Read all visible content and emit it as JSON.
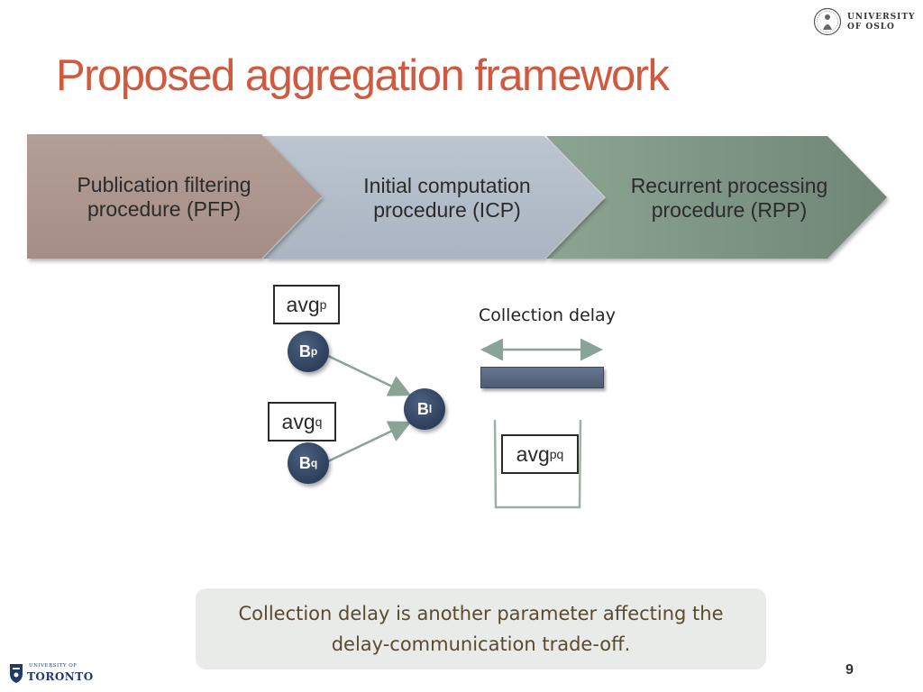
{
  "header": {
    "logo_top": "UNIVERSITY",
    "logo_bottom": "OF OSLO"
  },
  "slide": {
    "title": "Proposed aggregation framework",
    "page_number": "9"
  },
  "stages": [
    {
      "line1": "Publication filtering",
      "line2": "procedure (PFP)",
      "color": "#a9938b"
    },
    {
      "line1": "Initial computation",
      "line2": "procedure (ICP)",
      "color": "#b3bcc9"
    },
    {
      "line1": "Recurrent processing",
      "line2": "procedure (RPP)",
      "color": "#7e9685"
    }
  ],
  "diagram": {
    "avg_p": {
      "base": "avg",
      "sub": "p"
    },
    "avg_q": {
      "base": "avg",
      "sub": "q"
    },
    "avg_pq": {
      "base": "avg",
      "sub": "pq"
    },
    "node_p": {
      "base": "B",
      "sub": "p"
    },
    "node_q": {
      "base": "B",
      "sub": "q"
    },
    "node_l": {
      "base": "B",
      "sub": "l"
    },
    "collection_delay_label": "Collection delay"
  },
  "callout": {
    "line1": "Collection delay is another parameter affecting the",
    "line2": "delay-communication trade-off."
  },
  "footer": {
    "logo_small": "UNIVERSITY OF",
    "logo_big": "TORONTO"
  }
}
